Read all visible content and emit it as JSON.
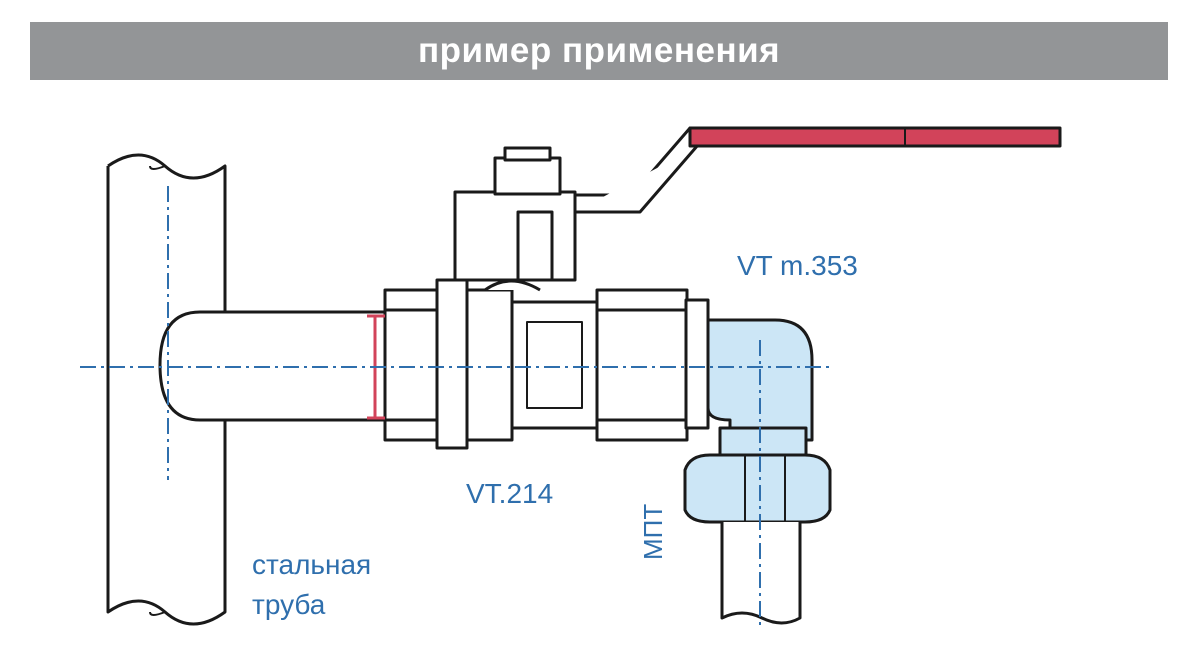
{
  "header": {
    "title": "пример применения"
  },
  "labels": {
    "steel_pipe_line1": "стальная",
    "steel_pipe_line2": "труба",
    "ball_valve": "VT.214",
    "elbow_fitting": "VT m.353",
    "pipe_type": "МПТ"
  },
  "colors": {
    "header_bg": "#939597",
    "label_text": "#2f6fad",
    "handle": "#d2435a",
    "fitting_fill": "#cce6f6",
    "axis_line": "#2f6fad"
  }
}
